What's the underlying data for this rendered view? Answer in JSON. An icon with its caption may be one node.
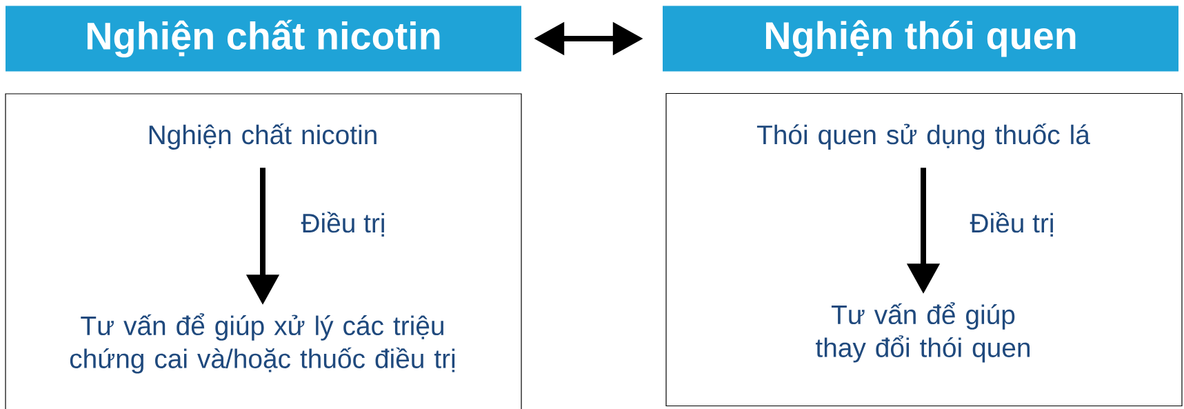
{
  "diagram": {
    "nodes": [
      {
        "text": [
          "Nghiện chất nicotin"
        ]
      },
      {
        "text": [
          "Nghiện thói quen"
        ]
      },
      {
        "text": [],
        "shape": "box"
      },
      {
        "text": [
          "Nghiện chất nicotin"
        ],
        "in": 2
      },
      {
        "text": [
          "Tư vấn để giúp xử lý các triệu chứng cai và/hoặc thuốc điều trị"
        ],
        "in": 2
      },
      {
        "text": [],
        "shape": "box"
      },
      {
        "text": [
          "Thói quen sử dụng thuốc lá"
        ],
        "in": 5
      },
      {
        "text": [
          "Tư vấn để giúp thay đổi thói quen"
        ],
        "in": 5
      }
    ],
    "edges": [
      {
        "from": 0,
        "to": 1,
        "arrow": "both"
      },
      {
        "from": 3,
        "to": 4,
        "arrow": "to",
        "label": "Điều trị"
      },
      {
        "from": 6,
        "to": 7,
        "arrow": "to",
        "label": "Điều trị"
      }
    ]
  }
}
